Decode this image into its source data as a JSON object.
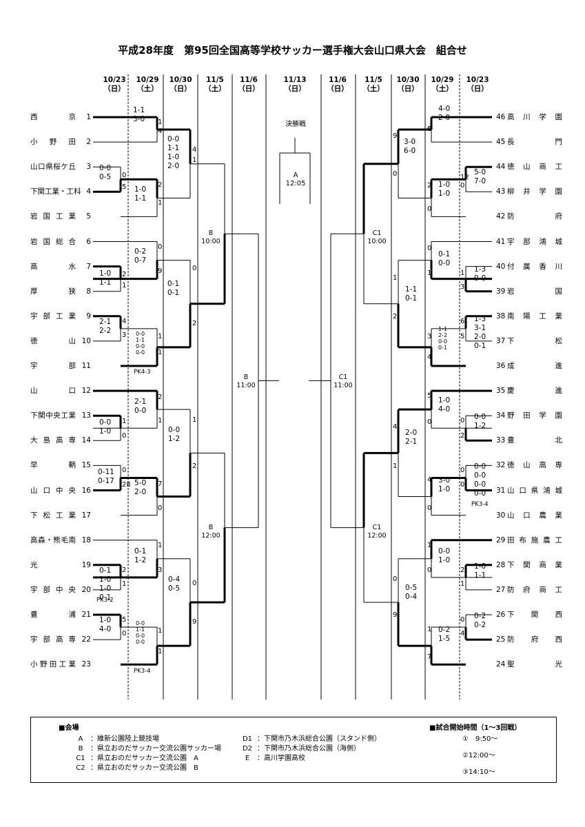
{
  "title": "平成28年度　第95回全国高等学校サッカー選手権大会山口県大会　組合せ",
  "dates": [
    {
      "d": "10/23",
      "w": "（日）"
    },
    {
      "d": "10/29",
      "w": "（土）"
    },
    {
      "d": "10/30",
      "w": "（日）"
    },
    {
      "d": "11/5",
      "w": "（土）"
    },
    {
      "d": "11/6",
      "w": "（日）"
    },
    {
      "d": "11/13",
      "w": "（日）"
    },
    {
      "d": "11/6",
      "w": "（日）"
    },
    {
      "d": "11/5",
      "w": "（土）"
    },
    {
      "d": "10/30",
      "w": "（日）"
    },
    {
      "d": "10/29",
      "w": "（土）"
    },
    {
      "d": "10/23",
      "w": "（日）"
    }
  ],
  "teams_left": [
    {
      "no": "1",
      "name": "西京"
    },
    {
      "no": "2",
      "name": "小野田"
    },
    {
      "no": "3",
      "name": "山口県桜ケ丘"
    },
    {
      "no": "4",
      "name": "下関工業・工科"
    },
    {
      "no": "5",
      "name": "岩国工業"
    },
    {
      "no": "6",
      "name": "岩国総合"
    },
    {
      "no": "7",
      "name": "高水"
    },
    {
      "no": "8",
      "name": "厚狭"
    },
    {
      "no": "9",
      "name": "宇部工業"
    },
    {
      "no": "10",
      "name": "徳山"
    },
    {
      "no": "11",
      "name": "宇部"
    },
    {
      "no": "12",
      "name": "山口"
    },
    {
      "no": "13",
      "name": "下関中央工業"
    },
    {
      "no": "14",
      "name": "大島高専"
    },
    {
      "no": "15",
      "name": "早鞆"
    },
    {
      "no": "16",
      "name": "山口中央"
    },
    {
      "no": "17",
      "name": "下松工業"
    },
    {
      "no": "18",
      "name": "高森・熊毛南"
    },
    {
      "no": "19",
      "name": "光"
    },
    {
      "no": "20",
      "name": "宇部中央"
    },
    {
      "no": "21",
      "name": "豊浦"
    },
    {
      "no": "22",
      "name": "宇部高専"
    },
    {
      "no": "23",
      "name": "小野田工業"
    }
  ],
  "teams_right": [
    {
      "no": "46",
      "name": "高川学園"
    },
    {
      "no": "45",
      "name": "長門"
    },
    {
      "no": "44",
      "name": "徳山商工"
    },
    {
      "no": "43",
      "name": "柳井学園"
    },
    {
      "no": "42",
      "name": "防府"
    },
    {
      "no": "41",
      "name": "宇部鴻城"
    },
    {
      "no": "40",
      "name": "付属香川"
    },
    {
      "no": "39",
      "name": "岩国"
    },
    {
      "no": "38",
      "name": "南陽工業"
    },
    {
      "no": "37",
      "name": "下松"
    },
    {
      "no": "36",
      "name": "成進"
    },
    {
      "no": "35",
      "name": "慶進"
    },
    {
      "no": "34",
      "name": "野田学園"
    },
    {
      "no": "33",
      "name": "豊北"
    },
    {
      "no": "32",
      "name": "徳山高専"
    },
    {
      "no": "31",
      "name": "山口県鴻城"
    },
    {
      "no": "30",
      "name": "山口農業"
    },
    {
      "no": "29",
      "name": "田布施農工"
    },
    {
      "no": "28",
      "name": "下関商業"
    },
    {
      "no": "27",
      "name": "防府商工"
    },
    {
      "no": "26",
      "name": "下関西"
    },
    {
      "no": "25",
      "name": "防府西"
    },
    {
      "no": "24",
      "name": "聖光"
    }
  ],
  "final": {
    "label": "決勝戦",
    "venue": "A",
    "time": "12:05"
  },
  "venues": {
    "left_upper": {
      "v": "B",
      "t": "10:00"
    },
    "left_lower": {
      "v": "B",
      "t": "12:00"
    },
    "left_semi": {
      "v": "B",
      "t": "11:00"
    },
    "right_upper": {
      "v": "C1",
      "t": "10:00"
    },
    "right_lower": {
      "v": "C1",
      "t": "12:00"
    },
    "right_semi": {
      "v": "C1",
      "t": "11:00"
    }
  },
  "scores": [
    {
      "id": "l_1_2",
      "text": [
        "1-1",
        "3-0"
      ],
      "w": [
        "4",
        "1"
      ]
    },
    {
      "id": "l_3_4",
      "text": [
        "0-0",
        "0-5"
      ],
      "w": [
        "0",
        "5"
      ]
    },
    {
      "id": "l_34_5",
      "text": [
        "1-0",
        "1-1"
      ],
      "w": [
        "2",
        "1"
      ]
    },
    {
      "id": "l_r2_top",
      "text": [
        "0-0",
        "1-1",
        "1-0",
        "2-0"
      ],
      "w": [
        "4",
        "1"
      ]
    },
    {
      "id": "l_7_8",
      "text": [
        "1-0",
        "1-1"
      ],
      "w": [
        "2",
        "1"
      ]
    },
    {
      "id": "l_6_78",
      "text": [
        "0-2",
        "0-7"
      ],
      "w": [
        "0",
        "9"
      ]
    },
    {
      "id": "l_9_10",
      "text": [
        "2-1",
        "2-2"
      ],
      "w": [
        "4",
        "3"
      ]
    },
    {
      "id": "l_910_11",
      "text": [
        "0-0",
        "1-1",
        "0-0",
        "0-0"
      ],
      "w": [
        "1",
        "1"
      ],
      "pk": "PK4-3"
    },
    {
      "id": "l_r2_b",
      "text": [
        "0-1",
        "0-1"
      ],
      "w": [
        "0",
        "2"
      ]
    },
    {
      "id": "l_13_14",
      "text": [
        "0-0",
        "1-0"
      ],
      "w": [
        "1",
        "0"
      ]
    },
    {
      "id": "l_12_1314",
      "text": [
        "2-1",
        "0-0"
      ],
      "w": [
        "2",
        "1"
      ]
    },
    {
      "id": "l_15_16",
      "text": [
        "0-11",
        "0-17"
      ],
      "w": [
        "0",
        "28"
      ]
    },
    {
      "id": "l_1516_17",
      "text": [
        "5-0",
        "2-0"
      ],
      "w": [
        "7",
        "0"
      ]
    },
    {
      "id": "l_r2_c",
      "text": [
        "0-0",
        "1-2"
      ],
      "w": [
        "1",
        "2"
      ]
    },
    {
      "id": "l_19_20",
      "text": [
        "0-1",
        "1-0",
        "1-0",
        "0-1"
      ],
      "w": [
        "2",
        "1"
      ],
      "pk": "PK3-2"
    },
    {
      "id": "l_18_1920",
      "text": [
        "0-1",
        "1-2"
      ],
      "w": [
        "1",
        "3"
      ]
    },
    {
      "id": "l_21_22",
      "text": [
        "1-0",
        "4-0"
      ],
      "w": [
        "5",
        "0"
      ]
    },
    {
      "id": "l_2122_23",
      "text": [
        "0-0",
        "1-1",
        "0-0",
        "0-0"
      ],
      "w": [
        "1",
        "1"
      ],
      "pk": "PK3-4"
    },
    {
      "id": "l_r2_d",
      "text": [
        "0-4",
        "0-5"
      ],
      "w": [
        "0",
        "9"
      ]
    },
    {
      "id": "r_46_45",
      "text": [
        "4-0",
        "2-0"
      ],
      "w": [
        "6",
        "0"
      ]
    },
    {
      "id": "r_44_43",
      "text": [
        "5-0",
        "7-0"
      ],
      "w": [
        "12",
        "0"
      ]
    },
    {
      "id": "r_4443_42",
      "text": [
        "1-0",
        "1-0"
      ],
      "w": [
        "2",
        "0"
      ]
    },
    {
      "id": "r_r2_a",
      "text": [
        "3-0",
        "6-0"
      ],
      "w": [
        "9",
        "0"
      ]
    },
    {
      "id": "r_40_39",
      "text": [
        "1-3",
        "0-0"
      ],
      "w": [
        "1",
        "3"
      ]
    },
    {
      "id": "r_41_4039",
      "text": [
        "0-1",
        "0-0"
      ],
      "w": [
        "0",
        "1"
      ]
    },
    {
      "id": "r_38_37",
      "text": [
        "1-3",
        "3-1",
        "2-0",
        "0-1"
      ],
      "w": [
        "6",
        "5"
      ]
    },
    {
      "id": "r_3837_36",
      "text": [
        "1-1",
        "2-2",
        "0-0",
        "0-1"
      ],
      "w": [
        "3",
        "4"
      ]
    },
    {
      "id": "r_r2_b",
      "text": [
        "1-1",
        "0-1"
      ],
      "w": [
        "1",
        "2"
      ]
    },
    {
      "id": "r_34_33",
      "text": [
        "0-0",
        "1-2"
      ],
      "w": [
        "0",
        "2"
      ]
    },
    {
      "id": "r_35_3433",
      "text": [
        "1-0",
        "4-0"
      ],
      "w": [
        "5",
        "0"
      ]
    },
    {
      "id": "r_32_31",
      "text": [
        "0-0",
        "0-0",
        "0-0",
        "0-0"
      ],
      "w": [
        "0",
        "0"
      ],
      "pk": "PK3-4"
    },
    {
      "id": "r_3231_30",
      "text": [
        "3-0",
        "1-0"
      ],
      "w": [
        "4",
        "0"
      ]
    },
    {
      "id": "r_r2_c",
      "text": [
        "2-0",
        "2-1"
      ],
      "w": [
        "4",
        "1"
      ]
    },
    {
      "id": "r_28_27",
      "text": [
        "1-0",
        "1-1"
      ],
      "w": [
        "2",
        "1"
      ]
    },
    {
      "id": "r_29_2827",
      "text": [
        "0-0",
        "1-0"
      ],
      "w": [
        "1",
        "0"
      ]
    },
    {
      "id": "r_26_25",
      "text": [
        "0-2",
        "0-2"
      ],
      "w": [
        "0",
        "4"
      ]
    },
    {
      "id": "r_2625_24",
      "text": [
        "0-2",
        "1-5"
      ],
      "w": [
        "1",
        "7"
      ]
    },
    {
      "id": "r_r2_d",
      "text": [
        "0-5",
        "0-4"
      ],
      "w": [
        "0",
        "9"
      ]
    }
  ],
  "legend": {
    "venue_heading": "■会場",
    "venues": [
      {
        "k": "A",
        "v": "維新公園陸上競技場"
      },
      {
        "k": "B",
        "v": "県立おのだサッカー交流公園サッカー場"
      },
      {
        "k": "C1",
        "v": "県立おのだサッカー交流公園　A"
      },
      {
        "k": "C2",
        "v": "県立おのだサッカー交流公園　B"
      },
      {
        "k": "D1",
        "v": "下関市乃木浜総合公園（スタンド側）"
      },
      {
        "k": "D2",
        "v": "下関市乃木浜総合公園（海側）"
      },
      {
        "k": "E",
        "v": "高川学園高校"
      }
    ],
    "time_heading": "■試合開始時間（1～3回戦）",
    "times": [
      "①　9:50～",
      "②12:00～",
      "③14:10～"
    ]
  }
}
